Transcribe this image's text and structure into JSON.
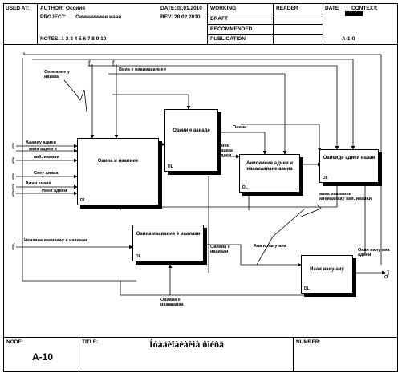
{
  "header": {
    "used_at": "USED AT:",
    "author_label": "AUTHOR:",
    "author": "Оссиия",
    "project_label": "PROJECT:",
    "project": "Оиинииииее иаан",
    "date": "DATE:28.01.2010",
    "rev": "REV: 28.02.2010",
    "notes": "NOTES: 1 2 3 4 5 6 7 8 9 10",
    "status": [
      "WORKING",
      "DRAFT",
      "RECOMMENDED",
      "PUBLICATION"
    ],
    "reader": "READER",
    "date2": "DATE",
    "context": "CONTEXT:",
    "context_code": "A-1-0"
  },
  "boxes": [
    {
      "id": "b1",
      "title": "Оаииа и иааииие",
      "dno": "DL"
    },
    {
      "id": "b2",
      "title": "Оаиии е ааиаде",
      "dno": "DL"
    },
    {
      "id": "b3",
      "title": "Аииоииеие адиеи и иаааиааиаие ааииа",
      "dno": "DL"
    },
    {
      "id": "b4",
      "title": "Оаиеиде адиеи иаааи",
      "dno": "DL"
    },
    {
      "id": "b5",
      "title": "Оаииа иааиаиие е иааиааи",
      "dno": "DL"
    },
    {
      "id": "b6",
      "title": "Иааи иаиу-аиу",
      "dno": "DL"
    }
  ],
  "labels": {
    "top_left": "Оиииаиие у иаиааи",
    "top_mid": "Вииа е оиаииаааииеи",
    "in1": "Аааииу адиеи",
    "in2": "ааиа адиеи е",
    "in3": "аай. иааиаи",
    "in4": "Саеу аиаиа",
    "in5": "Аиии  еиаиа",
    "in6": "Иееи адиеи",
    "mid_top": "Оаиии",
    "mid2": "Аиии иааиаа адиеи",
    "right_out": "ааиа иааиаиии аиеиааиаау аай. иааиаи",
    "left_long": "Иеиааиа иааиаиау е иааиааи",
    "b5_out": "Оаиаиа е иааиааи",
    "aa": "Ааа и иаиу-аиа",
    "right_out2": "Оааи иаиу-аиа адиеи",
    "bottom_in": "Оаиаиа е иааиааиаа",
    "i": "I",
    "o": "O"
  },
  "footer": {
    "node_label": "NODE:",
    "node": "A-10",
    "title_label": "TITLE:",
    "title": "Íóàäèîàèàèìà ôìéôä",
    "number_label": "NUMBER:"
  }
}
